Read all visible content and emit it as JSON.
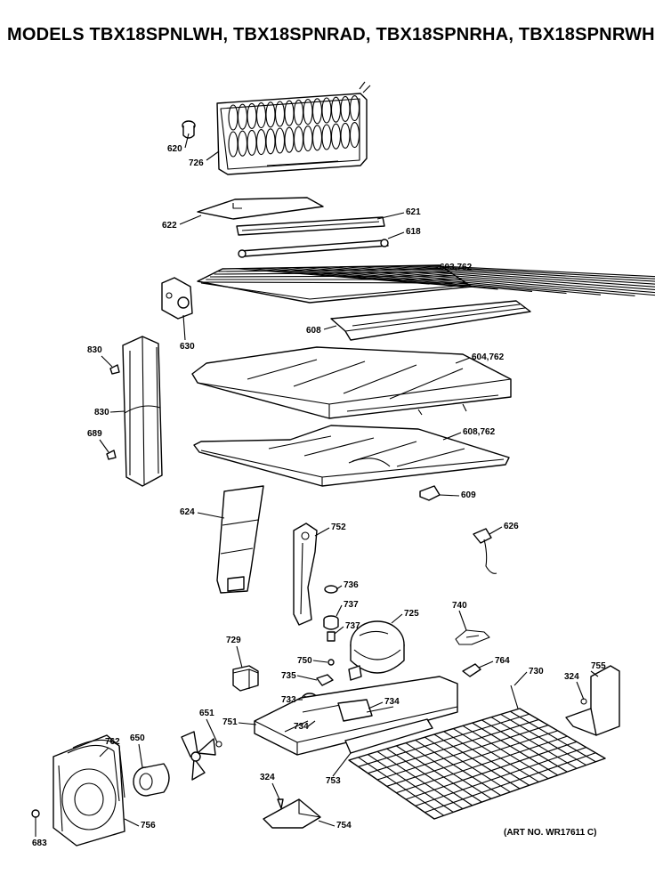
{
  "header": {
    "title": "MODELS TBX18SPNLWH, TBX18SPNRAD, TBX18SPNRHA, TBX18SPNRWH"
  },
  "footer": {
    "art_no": "(ART NO. WR17611 C)"
  },
  "callouts": [
    {
      "id": "620",
      "text": "620"
    },
    {
      "id": "726",
      "text": "726"
    },
    {
      "id": "622",
      "text": "622"
    },
    {
      "id": "621",
      "text": "621"
    },
    {
      "id": "618",
      "text": "618"
    },
    {
      "id": "603",
      "text": "603,762"
    },
    {
      "id": "608a",
      "text": "608"
    },
    {
      "id": "630a",
      "text": "630"
    },
    {
      "id": "830a",
      "text": "830"
    },
    {
      "id": "830b",
      "text": "830"
    },
    {
      "id": "689",
      "text": "689"
    },
    {
      "id": "604",
      "text": "604,762"
    },
    {
      "id": "608b",
      "text": "608,762"
    },
    {
      "id": "609",
      "text": "609"
    },
    {
      "id": "624",
      "text": "624"
    },
    {
      "id": "752",
      "text": "752"
    },
    {
      "id": "626",
      "text": "626"
    },
    {
      "id": "736",
      "text": "736"
    },
    {
      "id": "737a",
      "text": "737"
    },
    {
      "id": "737b",
      "text": "737"
    },
    {
      "id": "725",
      "text": "725"
    },
    {
      "id": "740",
      "text": "740"
    },
    {
      "id": "729",
      "text": "729"
    },
    {
      "id": "750",
      "text": "750"
    },
    {
      "id": "735",
      "text": "735"
    },
    {
      "id": "764",
      "text": "764"
    },
    {
      "id": "730",
      "text": "730"
    },
    {
      "id": "324a",
      "text": "324"
    },
    {
      "id": "755",
      "text": "755"
    },
    {
      "id": "733",
      "text": "733"
    },
    {
      "id": "734a",
      "text": "734"
    },
    {
      "id": "734b",
      "text": "734"
    },
    {
      "id": "651",
      "text": "651"
    },
    {
      "id": "751",
      "text": "751"
    },
    {
      "id": "762",
      "text": "762"
    },
    {
      "id": "650",
      "text": "650"
    },
    {
      "id": "753",
      "text": "753"
    },
    {
      "id": "324b",
      "text": "324"
    },
    {
      "id": "754",
      "text": "754"
    },
    {
      "id": "756",
      "text": "756"
    },
    {
      "id": "683",
      "text": "683"
    }
  ]
}
